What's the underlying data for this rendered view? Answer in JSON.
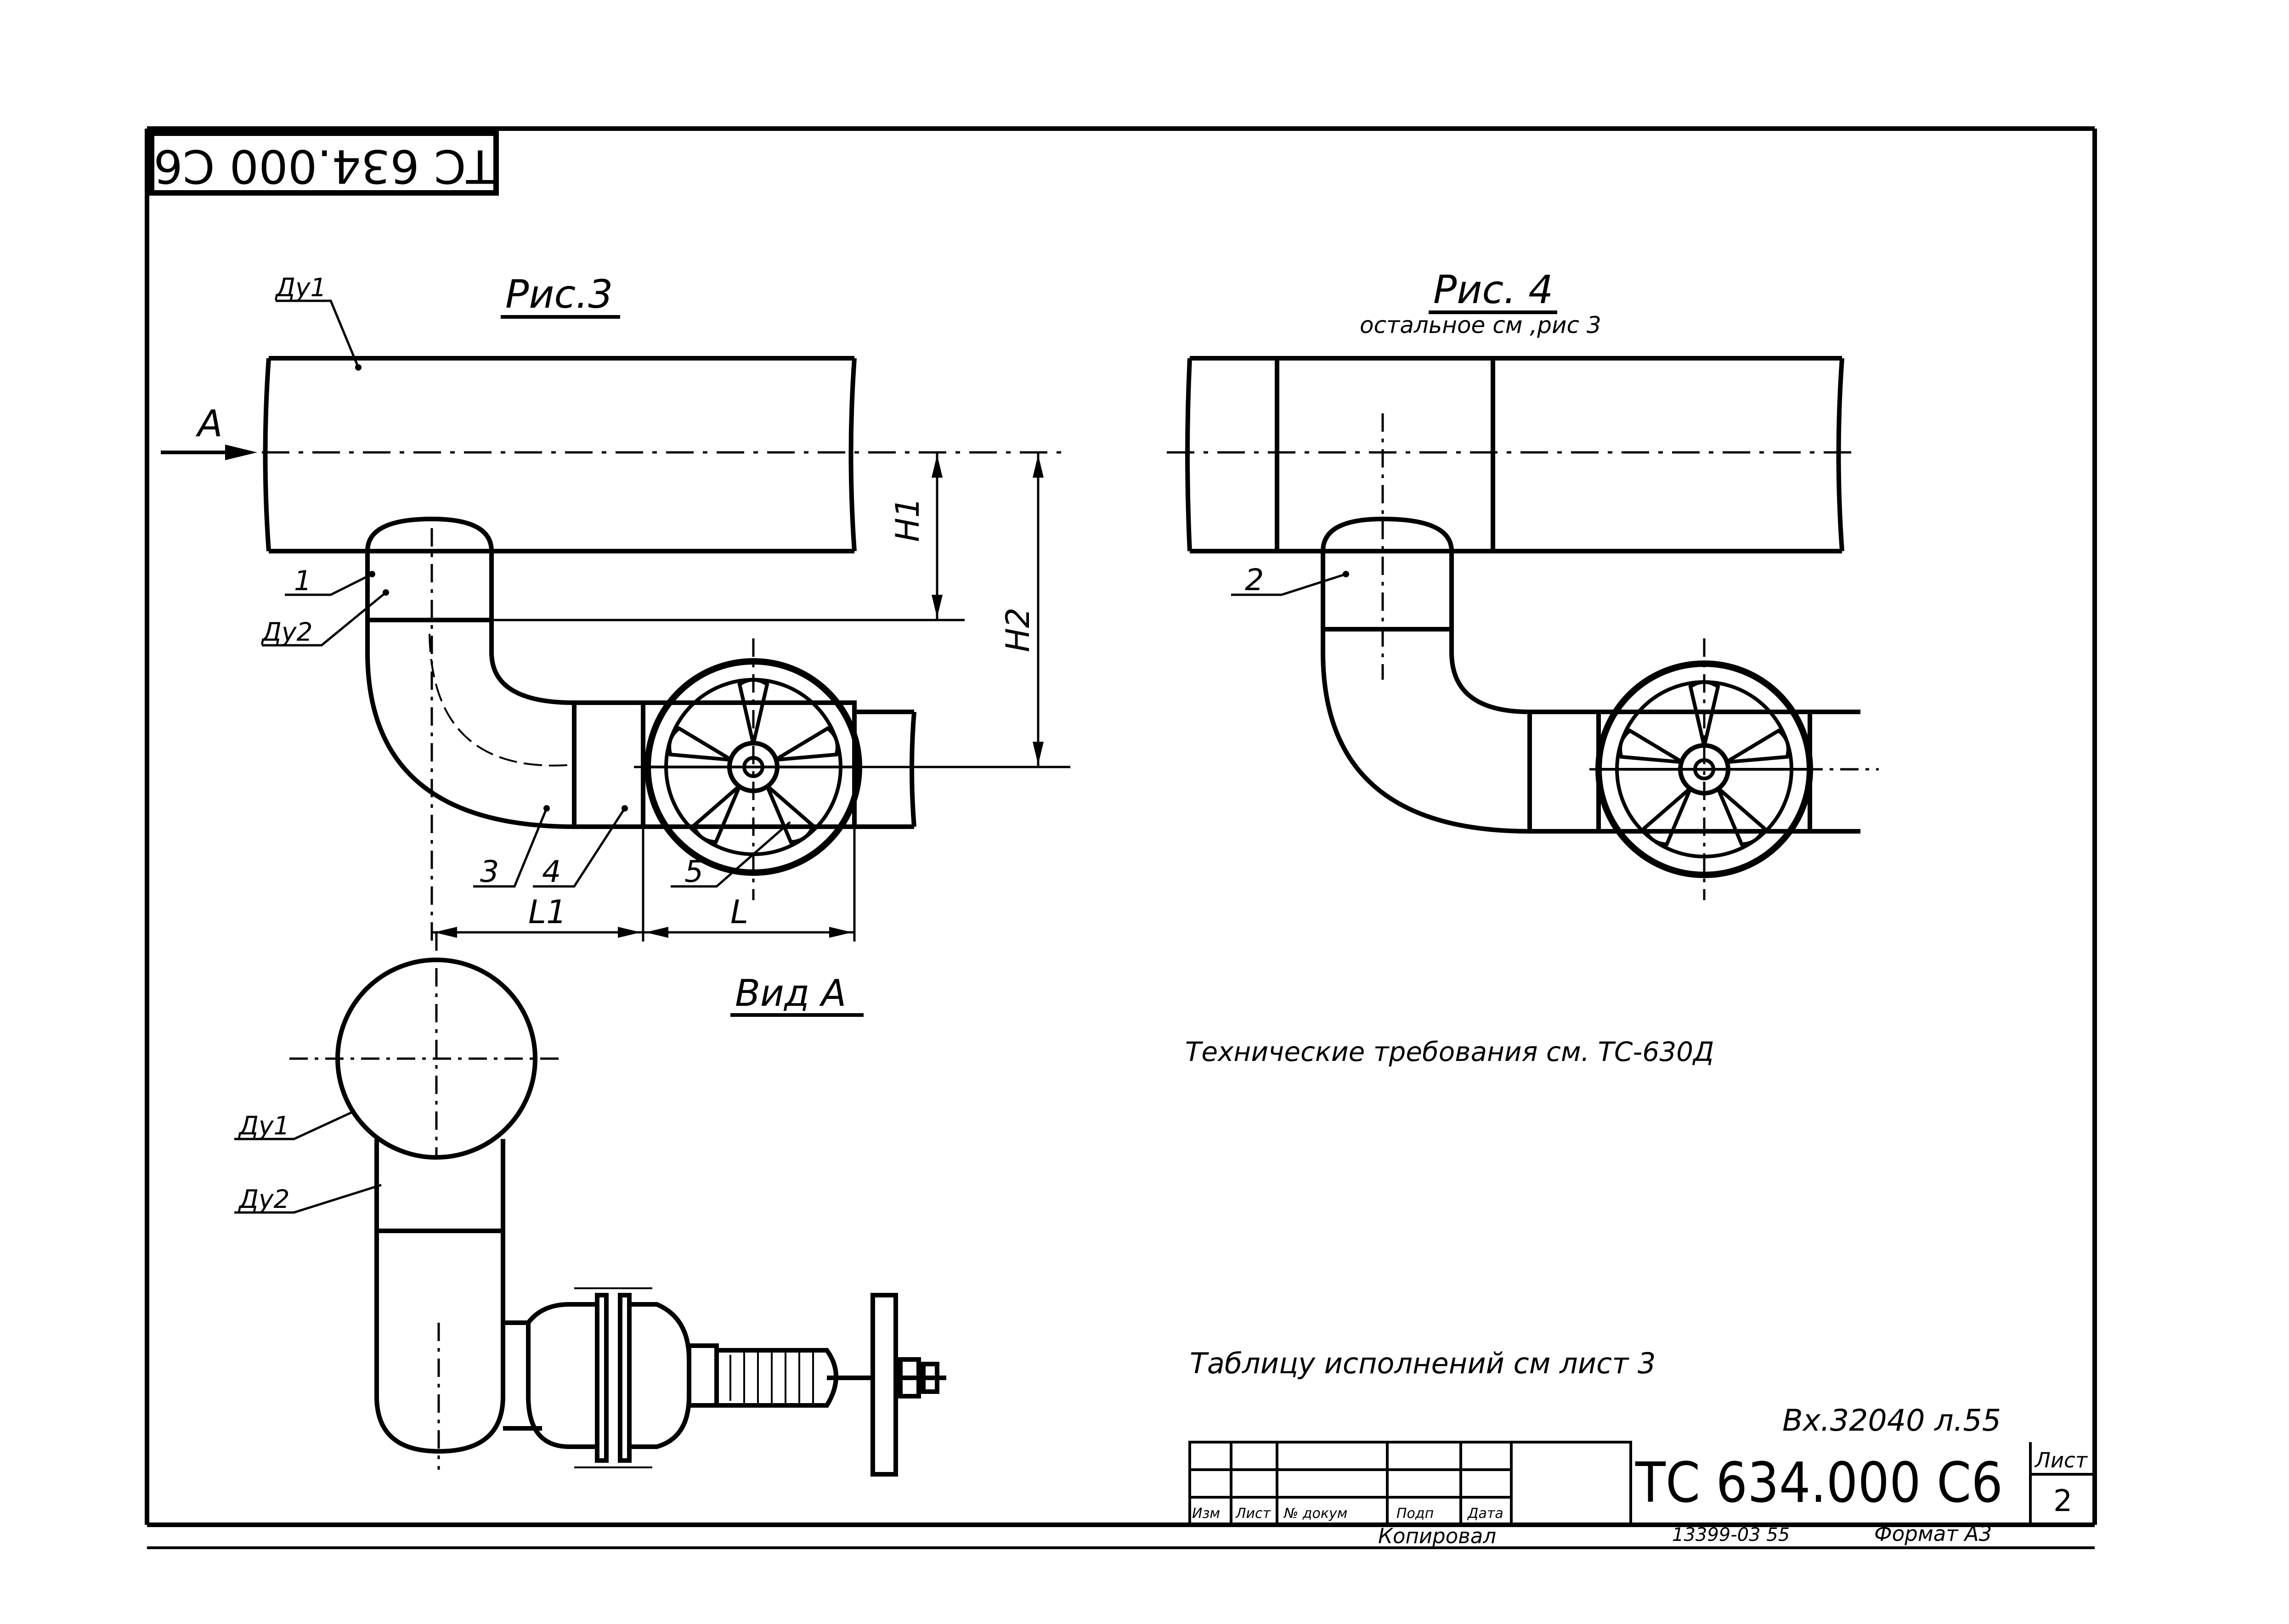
{
  "stamp_top": "ТС 634.000 С6",
  "figures": {
    "fig3": {
      "title": "Рис.3",
      "view_arrow": "А",
      "labels": {
        "du1": "Ду1",
        "du2": "Ду2",
        "p1": "1",
        "p3": "3",
        "p4": "4",
        "p5": "5"
      },
      "dims": {
        "h1": "Н1",
        "h2": "Н2",
        "l1": "L1",
        "l": "L"
      }
    },
    "fig4": {
      "title": "Рис. 4",
      "subtitle": "остальное  см  ,рис 3",
      "labels": {
        "p2": "2"
      }
    },
    "view_a": {
      "title": "Вид А",
      "labels": {
        "du1": "Ду1",
        "du2": "Ду2"
      }
    }
  },
  "notes": {
    "tech_req": "Технические  требования  см.  ТС-630Д",
    "table_ref": "Таблицу  исполнений   см  лист 3"
  },
  "title_block": {
    "inv": "Вх.32040 л.55",
    "doc_number": "ТС 634.000 С6",
    "sheet_label": "Лист",
    "sheet_number": "2",
    "col_headers": [
      "Изм",
      "Лист",
      "№ докум",
      "Подп",
      "Дата"
    ],
    "copied": "Копировал",
    "code": "13399-03  55",
    "format": "Формат А3"
  },
  "colors": {
    "ink": "#000000",
    "paper": "#ffffff"
  }
}
